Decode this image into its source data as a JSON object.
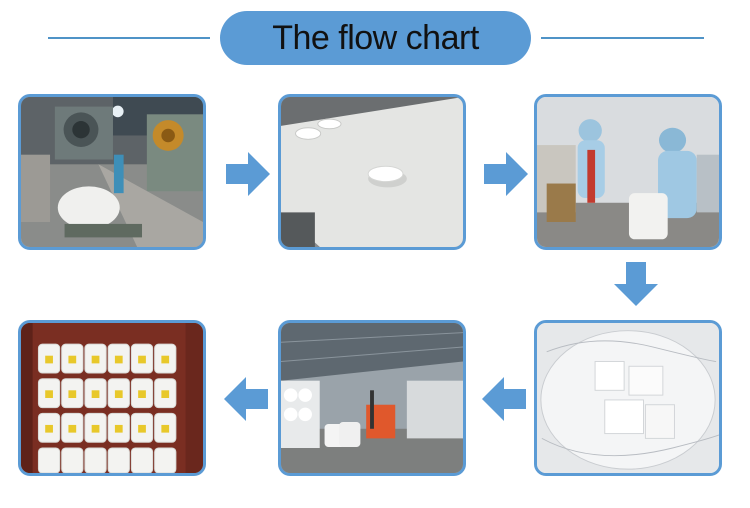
{
  "header": {
    "title": "The flow chart"
  },
  "colors": {
    "accent": "#5b9bd5",
    "rule": "#4f93c7",
    "background": "#ffffff"
  },
  "steps": [
    {
      "image": "tablet-press-machinery-photo"
    },
    {
      "image": "white-tablets-on-conveyor-photo"
    },
    {
      "image": "workers-in-protective-suits-packing-photo"
    },
    {
      "image": "tablets-in-plastic-bag-photo"
    },
    {
      "image": "warehouse-with-forklift-photo"
    },
    {
      "image": "drums-loaded-in-container-photo"
    }
  ],
  "arrows": [
    "arrow-right",
    "arrow-right",
    "arrow-down",
    "arrow-left",
    "arrow-left"
  ]
}
